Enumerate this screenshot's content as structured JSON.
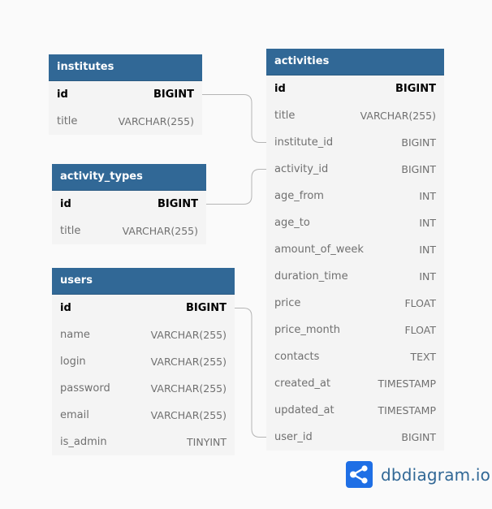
{
  "tables": {
    "institutes": {
      "name": "institutes",
      "fields": [
        {
          "name": "id",
          "type": "BIGINT"
        },
        {
          "name": "title",
          "type": "VARCHAR(255)"
        }
      ]
    },
    "activity_types": {
      "name": "activity_types",
      "fields": [
        {
          "name": "id",
          "type": "BIGINT"
        },
        {
          "name": "title",
          "type": "VARCHAR(255)"
        }
      ]
    },
    "users": {
      "name": "users",
      "fields": [
        {
          "name": "id",
          "type": "BIGINT"
        },
        {
          "name": "name",
          "type": "VARCHAR(255)"
        },
        {
          "name": "login",
          "type": "VARCHAR(255)"
        },
        {
          "name": "password",
          "type": "VARCHAR(255)"
        },
        {
          "name": "email",
          "type": "VARCHAR(255)"
        },
        {
          "name": "is_admin",
          "type": "TINYINT"
        }
      ]
    },
    "activities": {
      "name": "activities",
      "fields": [
        {
          "name": "id",
          "type": "BIGINT"
        },
        {
          "name": "title",
          "type": "VARCHAR(255)"
        },
        {
          "name": "institute_id",
          "type": "BIGINT"
        },
        {
          "name": "activity_id",
          "type": "BIGINT"
        },
        {
          "name": "age_from",
          "type": "INT"
        },
        {
          "name": "age_to",
          "type": "INT"
        },
        {
          "name": "amount_of_week",
          "type": "INT"
        },
        {
          "name": "duration_time",
          "type": "INT"
        },
        {
          "name": "price",
          "type": "FLOAT"
        },
        {
          "name": "price_month",
          "type": "FLOAT"
        },
        {
          "name": "contacts",
          "type": "TEXT"
        },
        {
          "name": "created_at",
          "type": "TIMESTAMP"
        },
        {
          "name": "updated_at",
          "type": "TIMESTAMP"
        },
        {
          "name": "user_id",
          "type": "BIGINT"
        }
      ]
    }
  },
  "relations": [
    {
      "from": "institutes.id",
      "to": "activities.institute_id"
    },
    {
      "from": "activity_types.id",
      "to": "activities.activity_id"
    },
    {
      "from": "users.id",
      "to": "activities.user_id"
    }
  ],
  "brand": {
    "name": "dbdiagram.io",
    "icon": "dbdiagram-logo-icon"
  },
  "colors": {
    "header": "#316896",
    "body": "#f4f4f4",
    "connector": "#b5b5b5",
    "brand": "#316896"
  }
}
